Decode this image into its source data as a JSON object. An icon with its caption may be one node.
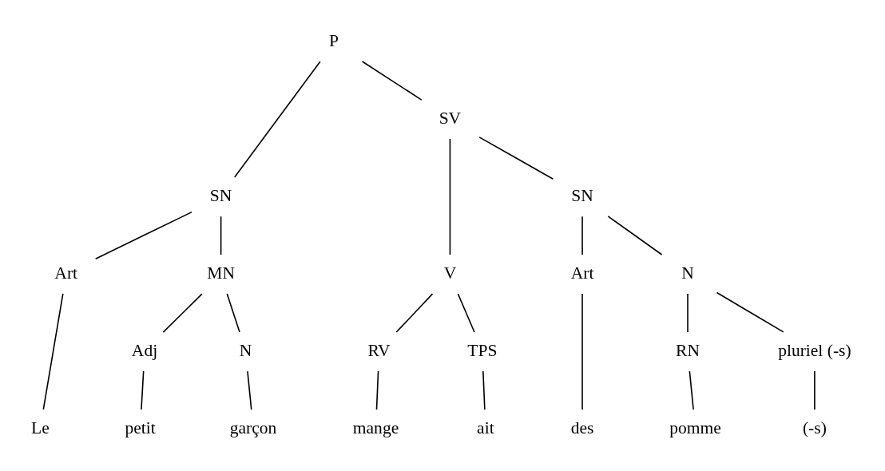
{
  "diagram": {
    "nodes": [
      {
        "text": [
          "P"
        ]
      },
      {
        "text": [
          "SN"
        ]
      },
      {
        "text": [
          "SV"
        ]
      },
      {
        "text": [
          "Art"
        ]
      },
      {
        "text": [
          "V"
        ]
      },
      {
        "text": [
          "SN"
        ]
      },
      {
        "text": [
          "MN"
        ]
      },
      {
        "text": [
          "Adj"
        ]
      },
      {
        "text": [
          "N"
        ]
      },
      {
        "text": [
          "RV"
        ]
      },
      {
        "text": [
          "TPS"
        ]
      },
      {
        "text": [
          "Art"
        ]
      },
      {
        "text": [
          "N"
        ]
      },
      {
        "text": [
          "RN"
        ]
      },
      {
        "text": [
          "pluriel (-s)"
        ]
      },
      {
        "text": [
          "Le"
        ]
      },
      {
        "text": [
          "petit"
        ]
      },
      {
        "text": [
          "garçon"
        ]
      },
      {
        "text": [
          "mange"
        ]
      },
      {
        "text": [
          "ait"
        ]
      },
      {
        "text": [
          "des"
        ]
      },
      {
        "text": [
          "pomme"
        ]
      },
      {
        "text": [
          "(-s)"
        ]
      }
    ],
    "edges": [
      {
        "from": 0,
        "to": 1,
        "arrow": "none"
      },
      {
        "from": 0,
        "to": 2,
        "arrow": "none"
      },
      {
        "from": 1,
        "to": 3,
        "arrow": "none"
      },
      {
        "from": 1,
        "to": 6,
        "arrow": "none"
      },
      {
        "from": 6,
        "to": 7,
        "arrow": "none"
      },
      {
        "from": 6,
        "to": 8,
        "arrow": "none"
      },
      {
        "from": 2,
        "to": 4,
        "arrow": "none"
      },
      {
        "from": 2,
        "to": 5,
        "arrow": "none"
      },
      {
        "from": 4,
        "to": 9,
        "arrow": "none"
      },
      {
        "from": 4,
        "to": 10,
        "arrow": "none"
      },
      {
        "from": 5,
        "to": 11,
        "arrow": "none"
      },
      {
        "from": 5,
        "to": 12,
        "arrow": "none"
      },
      {
        "from": 12,
        "to": 13,
        "arrow": "none"
      },
      {
        "from": 12,
        "to": 14,
        "arrow": "none"
      },
      {
        "from": 3,
        "to": 15,
        "arrow": "none"
      },
      {
        "from": 7,
        "to": 16,
        "arrow": "none"
      },
      {
        "from": 8,
        "to": 17,
        "arrow": "none"
      },
      {
        "from": 9,
        "to": 18,
        "arrow": "none"
      },
      {
        "from": 10,
        "to": 19,
        "arrow": "none"
      },
      {
        "from": 11,
        "to": 20,
        "arrow": "none"
      },
      {
        "from": 13,
        "to": 21,
        "arrow": "none"
      },
      {
        "from": 14,
        "to": 22,
        "arrow": "none"
      }
    ]
  }
}
